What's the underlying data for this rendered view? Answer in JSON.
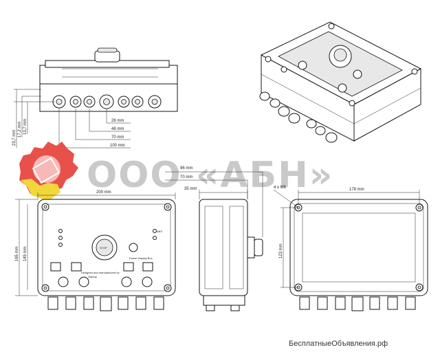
{
  "brand": {
    "text": "ООО «АБН»",
    "logo_icon": "gear-logo-icon",
    "colors": {
      "red": "#e8504a",
      "yellow": "#f3d63c",
      "text": "#c9c9c9"
    }
  },
  "dimensions": {
    "d26": "26 mm",
    "d48": "48 mm",
    "d70_top": "70 mm",
    "d100": "100 mm",
    "d23_7": "23,7 mm",
    "d17_2": "17,2 mm",
    "d13_7": "13,7 mm",
    "d200": "200 mm",
    "d165": "165 mm",
    "d145": "145 mm",
    "d96": "96 mm",
    "d70_side": "70 mm",
    "d35": "35 mm",
    "d4xm6": "4 x M6",
    "d178": "178 mm",
    "d123": "123 mm"
  },
  "front_panel": {
    "power_label": "Power Display Box",
    "made_by": "Designed and manufactured by",
    "maker": "Oldenp",
    "abs": "ABS",
    "stop": "STOP"
  },
  "watermark": "БесплатныеОбъявления.рф"
}
